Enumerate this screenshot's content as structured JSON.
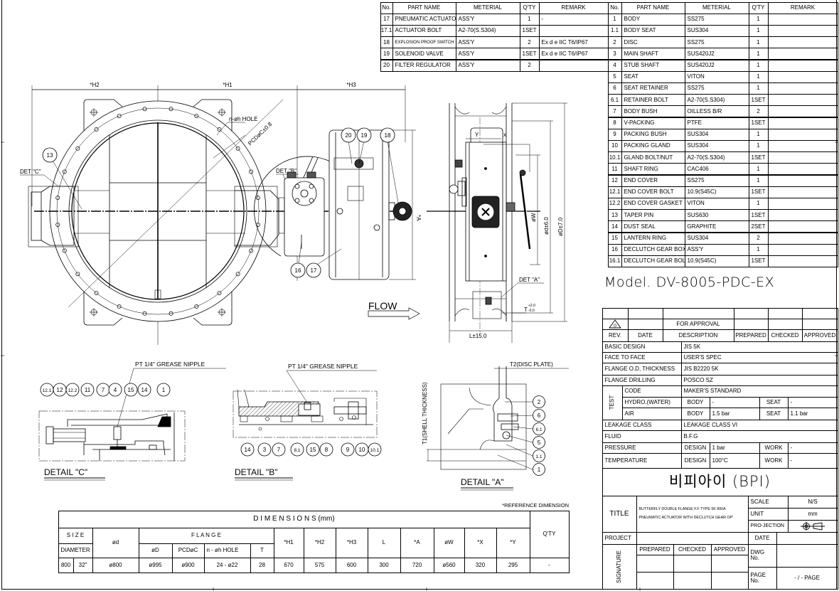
{
  "parts_table_left": {
    "headers": [
      "No.",
      "PART NAME",
      "METERIAL",
      "Q'TY",
      "REMARK"
    ],
    "rows": [
      [
        "17",
        "PNEUMATIC ACTUATOR",
        "ASS'Y",
        "1",
        "-"
      ],
      [
        "17.1",
        "ACTUATOR BOLT",
        "A2-70(S.S304)",
        "1SET",
        ""
      ],
      [
        "18",
        "EXPLOSION PROOF SWITCH",
        "ASS'Y",
        "2",
        "Ex d e IIC T6/IP67"
      ],
      [
        "19",
        "SOLENOID VALVE",
        "ASS'Y",
        "1SET",
        "Ex d e IIC T6/IP67"
      ],
      [
        "20",
        "FILTER REGULATOR",
        "ASS'Y",
        "2",
        ""
      ]
    ]
  },
  "parts_table_right": {
    "headers": [
      "No.",
      "PART NAME",
      "METERIAL",
      "Q'TY",
      "REMARK"
    ],
    "rows": [
      [
        "1",
        "BODY",
        "SS275",
        "1",
        ""
      ],
      [
        "1.1",
        "BODY SEAT",
        "SUS304",
        "1",
        ""
      ],
      [
        "2",
        "DISC",
        "SS275",
        "1",
        ""
      ],
      [
        "3",
        "MAIN SHAFT",
        "SUS420J2",
        "1",
        ""
      ],
      [
        "4",
        "STUB SHAFT",
        "SUS420J2",
        "1",
        ""
      ],
      [
        "5",
        "SEAT",
        "VITON",
        "1",
        ""
      ],
      [
        "6",
        "SEAT RETAINER",
        "SS275",
        "1",
        ""
      ],
      [
        "6.1",
        "RETAINER BOLT",
        "A2-70(S.S304)",
        "1SET",
        ""
      ],
      [
        "7",
        "BODY BUSH",
        "OILLESS B/R",
        "2",
        ""
      ],
      [
        "8",
        "V-PACKING",
        "PTFE",
        "1SET",
        ""
      ],
      [
        "9",
        "PACKING BUSH",
        "SUS304",
        "1",
        ""
      ],
      [
        "10",
        "PACKING GLAND",
        "SUS304",
        "1",
        ""
      ],
      [
        "10.1",
        "GLAND BOLT/NUT",
        "A2-70(S.S304)",
        "1SET",
        ""
      ],
      [
        "11",
        "SHAFT RING",
        "CAC406",
        "1",
        ""
      ],
      [
        "12",
        "END COVER",
        "SS275",
        "1",
        ""
      ],
      [
        "12.1",
        "END COVER BOLT",
        "10.9(S45C)",
        "1SET",
        ""
      ],
      [
        "12.2",
        "END COVER GASKET",
        "VITON",
        "1",
        ""
      ],
      [
        "13",
        "TAPER PIN",
        "SUS630",
        "1SET",
        ""
      ],
      [
        "14",
        "DUST SEAL",
        "GRAPHITE",
        "2SET",
        ""
      ],
      [
        "15",
        "LANTERN RING",
        "SUS304",
        "2",
        ""
      ],
      [
        "16",
        "DECLUTCH GEAR BOX",
        "ASS'Y",
        "1",
        ""
      ],
      [
        "16.1",
        "DECLUTCH GEAR BOLT",
        "10.9(S45C)",
        "1SET",
        ""
      ]
    ]
  },
  "model": "Model. DV-8005-PDC-EX",
  "title_block": {
    "revision": {
      "rev_mark": "0",
      "description": "FOR APPROVAL",
      "headers": [
        "REV.",
        "DATE",
        "DESCRIPTION",
        "PREPARED",
        "CHECKED",
        "APPROVED"
      ]
    },
    "specs": {
      "basic_design": {
        "label": "BASIC DESIGN",
        "value": "JIS 5K"
      },
      "face_to_face": {
        "label": "FACE TO FACE",
        "value": "USER'S SPEC"
      },
      "flange_od": {
        "label": "FLANGE O.D, THICKNESS",
        "value": "JIS B2220 5K"
      },
      "flange_drilling": {
        "label": "FLANGE DRILLING",
        "value": "POSCO SZ"
      },
      "test": {
        "label": "TEST",
        "code": {
          "label": "CODE",
          "value": "MAKER'S STANDARD"
        },
        "hydro": {
          "label": "HYDRO.(WATER)",
          "body_label": "BODY",
          "body": "-",
          "seat_label": "SEAT",
          "seat": "-"
        },
        "air": {
          "label": "AIR",
          "body_label": "BODY",
          "body": "1.5 bar",
          "seat_label": "SEAT",
          "seat": "1.1 bar"
        }
      },
      "leakage": {
        "label": "LEAKAGE CLASS",
        "value": "LEAKAGE CLASS VI"
      },
      "fluid": {
        "label": "FLUID",
        "value": "B.F.G"
      },
      "pressure": {
        "label": "PRESSURE",
        "design_label": "DESIGN",
        "design": "1 bar",
        "work_label": "WORK",
        "work": "-"
      },
      "temperature": {
        "label": "TEMPERATURE",
        "design_label": "DESIGN",
        "design": "100°C",
        "work_label": "WORK",
        "work": "-"
      }
    },
    "company": "비피아이 (BPI)",
    "company_latin": "(BPI)",
    "title_label": "TITLE",
    "title_line1": "BUTTERFLY DOUBLE FLANGE F.F TYPE 5K 800A",
    "title_line2": "PNEUMATIC ACTUATOR WITH DECLUTCH GEAR OP'",
    "scale_label": "SCALE",
    "scale": "N/S",
    "unit_label": "UNIT",
    "unit": "mm",
    "projection_label": "PRO-JECTION",
    "project_label": "PROJECT",
    "date_label": "DATE",
    "signature_label": "SIGNATURE",
    "sign_headers": [
      "PREPARED",
      "CHECKED",
      "APPROVED"
    ],
    "dwg_label": "DWG No.",
    "page_label": "PAGE No.",
    "page": "- / - PAGE"
  },
  "dimensions": {
    "note": "*REFERENCE DIMENSION",
    "title": "D I M E N S I O N S (mm)",
    "qty_label": "Q'TY",
    "size_label": "S I Z E",
    "diameter_label": "DIAMETER",
    "d_label": "ød",
    "flange_label": "F L A N G E",
    "flange_cols": [
      "øD",
      "PCDøC",
      "n - øh HOLE",
      "T"
    ],
    "other_cols": [
      "*H1",
      "*H2",
      "*H3",
      "L",
      "*A",
      "øW",
      "*X",
      "*Y"
    ],
    "row": {
      "size_mm": "800",
      "size_in": "32\"",
      "d": "ø800",
      "flange": [
        "ø995",
        "ø900",
        "24 - ø22",
        "28"
      ],
      "others": [
        "670",
        "575",
        "600",
        "300",
        "720",
        "ø560",
        "320",
        "295"
      ],
      "qty": "-"
    }
  },
  "main_view": {
    "h2": "*H2",
    "h1": "*H1",
    "h3": "*H3",
    "hole_label": "n-øh HOLE",
    "pcd_label": "PCDøC±0.8",
    "det_c": "DET \"C\"",
    "det_b": "DET \"B\"",
    "a_label": "*A",
    "flow": "FLOW",
    "balloons": [
      "13",
      "20",
      "19",
      "18",
      "16",
      "17"
    ]
  },
  "side_view": {
    "y_label": "Y",
    "x_label": "x",
    "w_label": "øW",
    "d_label": "ød±6.0",
    "D_label": "øD±7.0",
    "det_a": "DET \"A\"",
    "t_label": "T",
    "t_tol_plus": "+2.0",
    "t_tol_minus": "-0.0",
    "l_label": "L±15.0"
  },
  "detail_c": {
    "title": "DETAIL \"C\"",
    "note": "PT 1/4\" GREASE NIPPLE",
    "balloons": [
      "12.1",
      "12",
      "12.2",
      "11",
      "7",
      "4",
      "15",
      "14",
      "1"
    ]
  },
  "detail_b": {
    "title": "DETAIL \"B\"",
    "note": "PT 1/4\" GREASE NIPPLE",
    "balloons": [
      "14",
      "3",
      "7",
      "8.1",
      "15",
      "8",
      "9",
      "10",
      "10.1"
    ]
  },
  "detail_a": {
    "title": "DETAIL \"A\"",
    "t1": "T1(SHELL THICKNESS)",
    "t2": "T2(DISC PLATE)",
    "balloons": [
      "2",
      "6",
      "6.1",
      "5",
      "1.1",
      "1"
    ]
  }
}
